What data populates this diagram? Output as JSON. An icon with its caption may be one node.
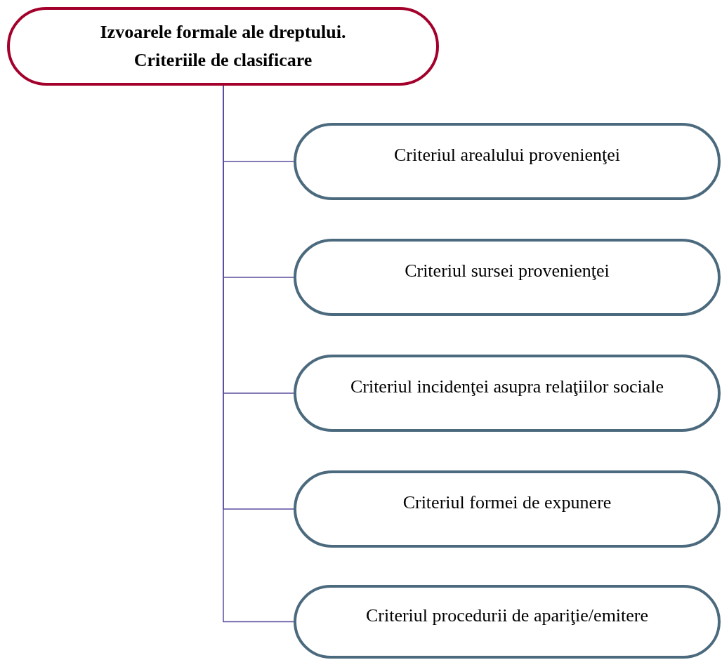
{
  "diagram": {
    "nodes": [
      {
        "text": [
          "Izvoarele formale ale dreptului. Criteriile de clasificare"
        ]
      },
      {
        "text": [
          "Criteriul arealului provenienţei"
        ]
      },
      {
        "text": [
          "Criteriul sursei provenienţei"
        ]
      },
      {
        "text": [
          "Criteriul incidenţei asupra relaţiilor sociale"
        ]
      },
      {
        "text": [
          "Criteriul formei de expunere"
        ]
      },
      {
        "text": [
          "Criteriul procedurii de apariţie/emitere"
        ]
      }
    ],
    "edges": [
      {
        "from": 0,
        "to": 1,
        "arrow": "none"
      },
      {
        "from": 0,
        "to": 2,
        "arrow": "none"
      },
      {
        "from": 0,
        "to": 3,
        "arrow": "none"
      },
      {
        "from": 0,
        "to": 4,
        "arrow": "none"
      },
      {
        "from": 0,
        "to": 5,
        "arrow": "none"
      }
    ]
  }
}
